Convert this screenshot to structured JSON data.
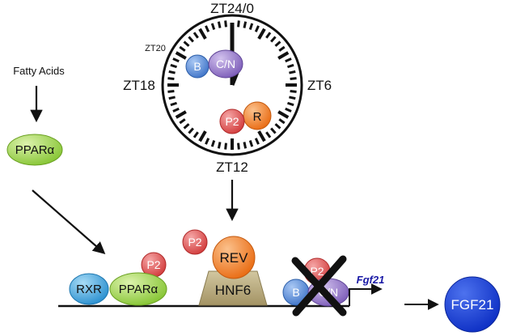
{
  "inputs": {
    "fatty_acids": "Fatty Acids",
    "ppara": "PPARα"
  },
  "clock": {
    "zt24": "ZT24/0",
    "zt20": "ZT20",
    "zt18": "ZT18",
    "zt6": "ZT6",
    "zt12": "ZT12",
    "bmal": "B",
    "cn": "C/N",
    "p2": "P2",
    "rev_short": "R"
  },
  "promoter": {
    "rxr": "RXR",
    "ppara": "PPARα",
    "p2_left": "P2",
    "p2_top": "P2",
    "rev": "REV",
    "hnf6": "HNF6",
    "blocked_p2": "P2",
    "blocked_b": "B",
    "blocked_cn": "C/N",
    "gene": "Fgf21"
  },
  "output": {
    "fgf21": "FGF21"
  },
  "colors": {
    "bmal": "#4a7fd4",
    "cn": "#8e6fc7",
    "p2": "#e04848",
    "rev": "#ee7a22",
    "ppara": "#9bd44a",
    "rxr": "#3fa0d8",
    "hnf6": "#b4a67a",
    "fgf21": "#1a3fd6",
    "gene_label": "#1a1aa6"
  }
}
